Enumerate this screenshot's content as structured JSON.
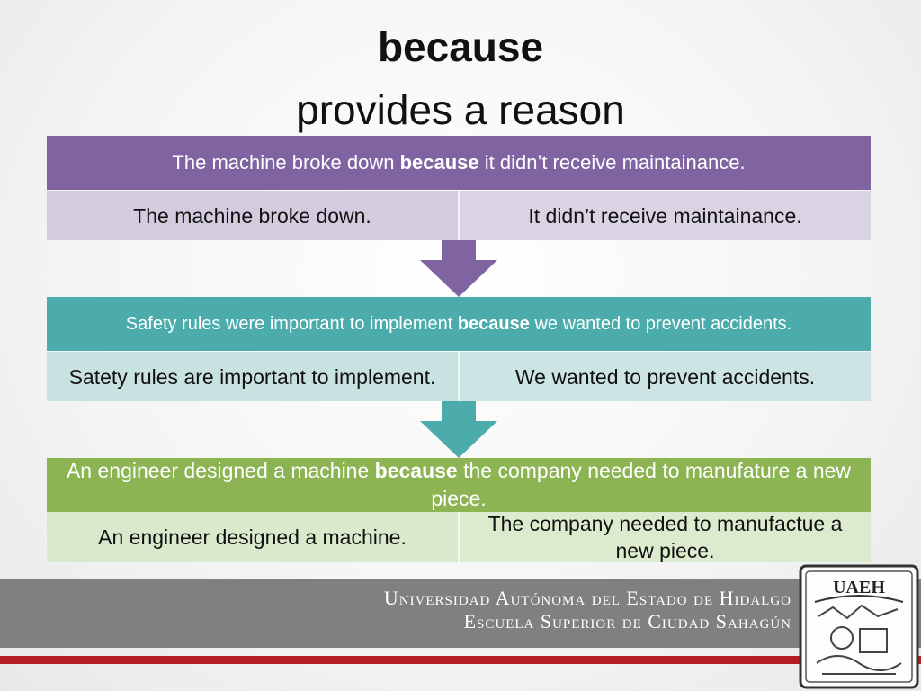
{
  "title": "because",
  "subtitle": "provides a reason",
  "blocks": [
    {
      "header_before": "The machine broke down ",
      "header_bold": "because",
      "header_after": " it didn’t receive maintainance.",
      "left": "The machine broke down.",
      "right": "It didn’t receive maintainance.",
      "color": "#8064a2"
    },
    {
      "header_before": "Safety rules were important to implement ",
      "header_bold": "because",
      "header_after": " we wanted to prevent accidents.",
      "left": "Satety rules are important to implement.",
      "right": "We wanted to prevent accidents.",
      "color": "#4bacab"
    },
    {
      "header_before": "An engineer designed a machine ",
      "header_bold": "because",
      "header_after": " the company needed to manufature a new piece.",
      "left": "An engineer designed a machine.",
      "right": "The company needed to manufactue a new piece.",
      "color": "#8cb453"
    }
  ],
  "footer": {
    "line1": "Universidad Autónoma del Estado de Hidalgo",
    "line2": "Escuela Superior de Ciudad Sahagún",
    "logo_text": "UAEH"
  }
}
